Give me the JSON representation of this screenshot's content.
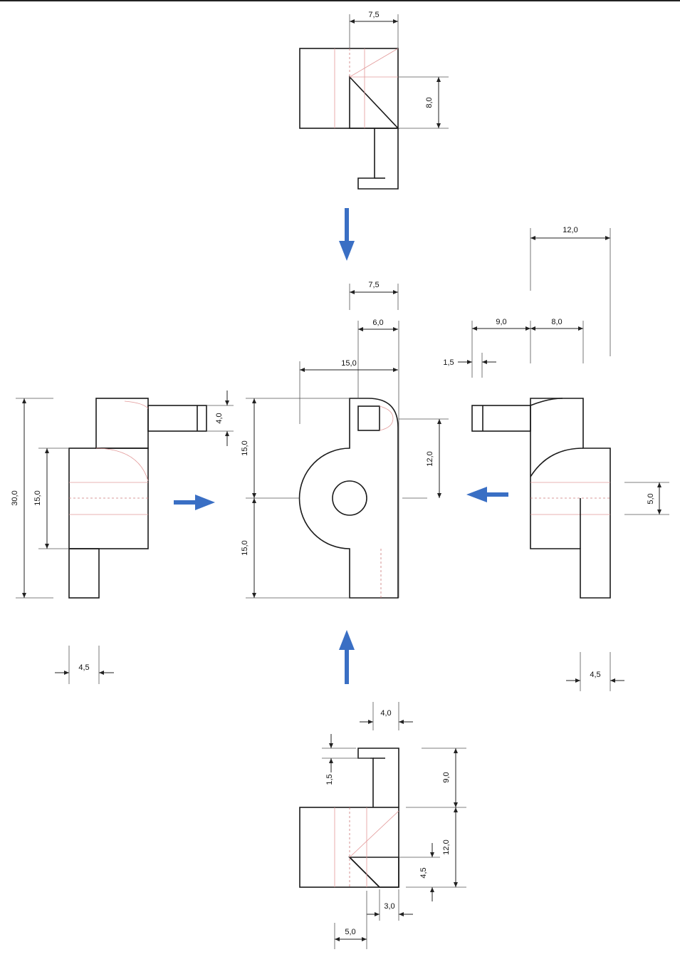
{
  "dimensions": {
    "top_width": "7,5",
    "top_height": "8,0",
    "front_7_5": "7,5",
    "front_6_0": "6,0",
    "front_15_0_h": "15,0",
    "front_15_0_upper": "15,0",
    "front_15_0_lower": "15,0",
    "front_12_0": "12,0",
    "right_12_0": "12,0",
    "right_9_0": "9,0",
    "right_8_0": "8,0",
    "right_1_5": "1,5",
    "right_5_0": "5,0",
    "right_4_5": "4,5",
    "left_30_0": "30,0",
    "left_15_0": "15,0",
    "left_4_0": "4,0",
    "left_4_5": "4,5",
    "bottom_4_0": "4,0",
    "bottom_1_5": "1,5",
    "bottom_9_0": "9,0",
    "bottom_12_0": "12,0",
    "bottom_4_5": "4,5",
    "bottom_3_0": "3,0",
    "bottom_5_0": "5,0"
  },
  "colors": {
    "arrow": "#3a6fc4",
    "outline": "#1a1a1a",
    "construction": "#e39a9a"
  }
}
